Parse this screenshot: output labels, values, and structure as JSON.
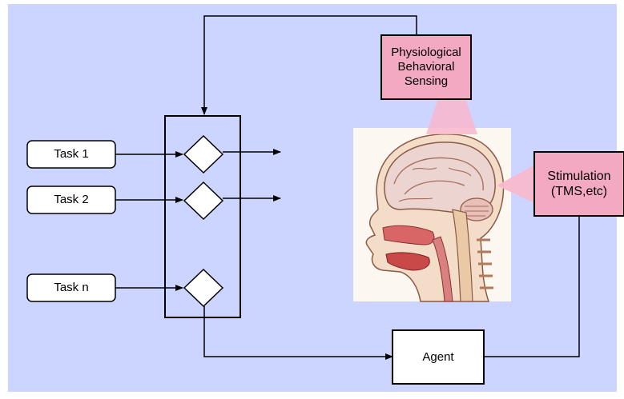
{
  "colors": {
    "background": "#ccd5ff",
    "box_fill": "#ffffff",
    "pink_box": "#f4a9c2",
    "callout": "#f8b8cf",
    "stroke": "#000000"
  },
  "tasks": [
    {
      "label": "Task 1"
    },
    {
      "label": "Task 2"
    },
    {
      "label": "Task n"
    }
  ],
  "sensing": {
    "line1": "Physiological",
    "line2": "Behavioral",
    "line3": "Sensing"
  },
  "stimulation": {
    "line1": "Stimulation",
    "line2": "(TMS,etc)"
  },
  "agent": {
    "label": "Agent"
  },
  "image": {
    "icon": "brain-head-cross-section"
  }
}
